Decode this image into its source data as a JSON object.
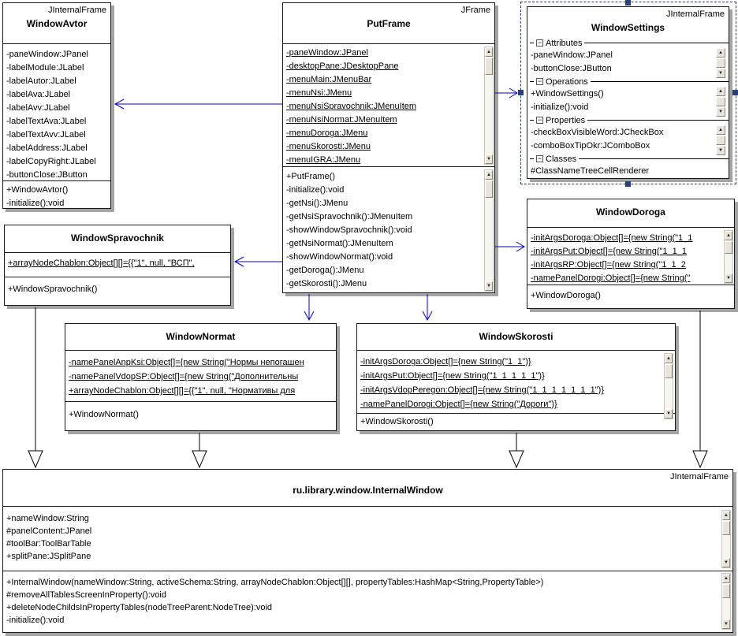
{
  "colors": {
    "link_blue": "#0000cc",
    "generalization_black": "#000000",
    "selection_navy": "#24417c",
    "box_shadow_gray": "#a4a4a4",
    "scrollbar_face": "#e7e4da"
  },
  "ui": {
    "scroll_up_glyph": "▲",
    "scroll_down_glyph": "▼",
    "collapse_glyph": "−"
  },
  "classes": {
    "window_avtor": {
      "stereotype": "JInternalFrame",
      "title": "WindowAvtor",
      "attributes": [
        "-paneWindow:JPanel",
        "-labelModule:JLabel",
        "-labelAutor:JLabel",
        "-labelAva:JLabel",
        "-labelAvv:JLabel",
        "-labelTextAva:JLabel",
        "-labelTextAvv:JLabel",
        "-labelAddress:JLabel",
        "-labelCopyRight:JLabel",
        "-buttonClose:JButton"
      ],
      "operations": [
        "+WindowAvtor()",
        "-initialize():void"
      ]
    },
    "put_frame": {
      "stereotype": "JFrame",
      "title": "PutFrame",
      "attributes": [
        "-paneWindow:JPanel",
        "-desktopPane:JDesktopPane",
        "-menuMain:JMenuBar",
        "-menuNsi:JMenu",
        "-menuNsiSpravochnik:JMenuItem",
        "-menuNsiNormat:JMenuItem",
        "-menuDoroga:JMenu",
        "-menuSkorosti:JMenu",
        "-menuIGRA:JMenu"
      ],
      "operations": [
        "+PutFrame()",
        "-initialize():void",
        "-getNsi():JMenu",
        "-getNsiSpravochnik():JMenuItem",
        "-showWindowSpravochnik():void",
        "-getNsiNormat():JMenuItem",
        "-showWindowNormat():void",
        "-getDoroga():JMenu",
        "-getSkorosti():JMenu"
      ]
    },
    "window_settings": {
      "stereotype": "JInternalFrame",
      "title": "WindowSettings",
      "sections": [
        {
          "label": "Attributes",
          "items": [
            "-paneWindow:JPanel",
            "-buttonClose:JButton"
          ]
        },
        {
          "label": "Operations",
          "items": [
            "+WindowSettings()",
            "-initialize():void"
          ]
        },
        {
          "label": "Properties",
          "items": [
            "-checkBoxVisibleWord:JCheckBox",
            "-comboBoxTipOkr:JComboBox"
          ]
        },
        {
          "label": "Classes",
          "items": [
            "#ClassNameTreeCellRenderer"
          ]
        }
      ]
    },
    "window_spravochnik": {
      "title": "WindowSpravochnik",
      "attributes": [
        "+arrayNodeChablon:Object[][]={{\"1\", null, \"ВСП\","
      ],
      "operations": [
        "+WindowSpravochnik()"
      ]
    },
    "window_doroga": {
      "title": "WindowDoroga",
      "attributes": [
        "-initArgsDoroga:Object[]={new String(\"1_1",
        "-initArgsPut:Object[]={new String(\"1_1_1",
        "-initArgsRP:Object[]={new String(\"1_1_2",
        "-namePanelDorogi:Object[]={new String(\""
      ],
      "operations": [
        "+WindowDoroga()"
      ]
    },
    "window_normat": {
      "title": "WindowNormat",
      "attributes": [
        "-namePanelAnpKsi:Object[]={new String(\"Нормы непогашен",
        "-namePanelVdopSP:Object[]={new String(\"Дополнительны",
        "+arrayNodeChablon:Object[][]={{\"1\", null, \"Нормативы для"
      ],
      "operations": [
        "+WindowNormat()"
      ]
    },
    "window_skorosti": {
      "title": "WindowSkorosti",
      "attributes": [
        "-initArgsDoroga:Object[]={new String(\"1_1\")}",
        "-initArgsPut:Object[]={new String(\"1_1_1_1_1\")}",
        "-initArgsVdopPeregon:Object[]={new String(\"1_1_1_1_1_1_1\")}",
        "-namePanelDorogi:Object[]={new String(\"Дороги\")}"
      ],
      "operations": [
        "+WindowSkorosti()"
      ]
    },
    "internal_window": {
      "stereotype": "JInternalFrame",
      "title": "ru.library.window.InternalWindow",
      "attributes": [
        "+nameWindow:String",
        "#panelContent:JPanel",
        "#toolBar:ToolBarTable",
        "+splitPane:JSplitPane"
      ],
      "operations": [
        "+InternalWindow(nameWindow:String, activeSchema:String, arrayNodeChablon:Object[][], propertyTables:HashMap<String,PropertyTable>)",
        "#removeAllTablesScreenInProperty():void",
        "+deleteNodeChildsInPropertyTables(nodeTreeParent:NodeTree):void",
        "-initialize():void"
      ]
    }
  }
}
